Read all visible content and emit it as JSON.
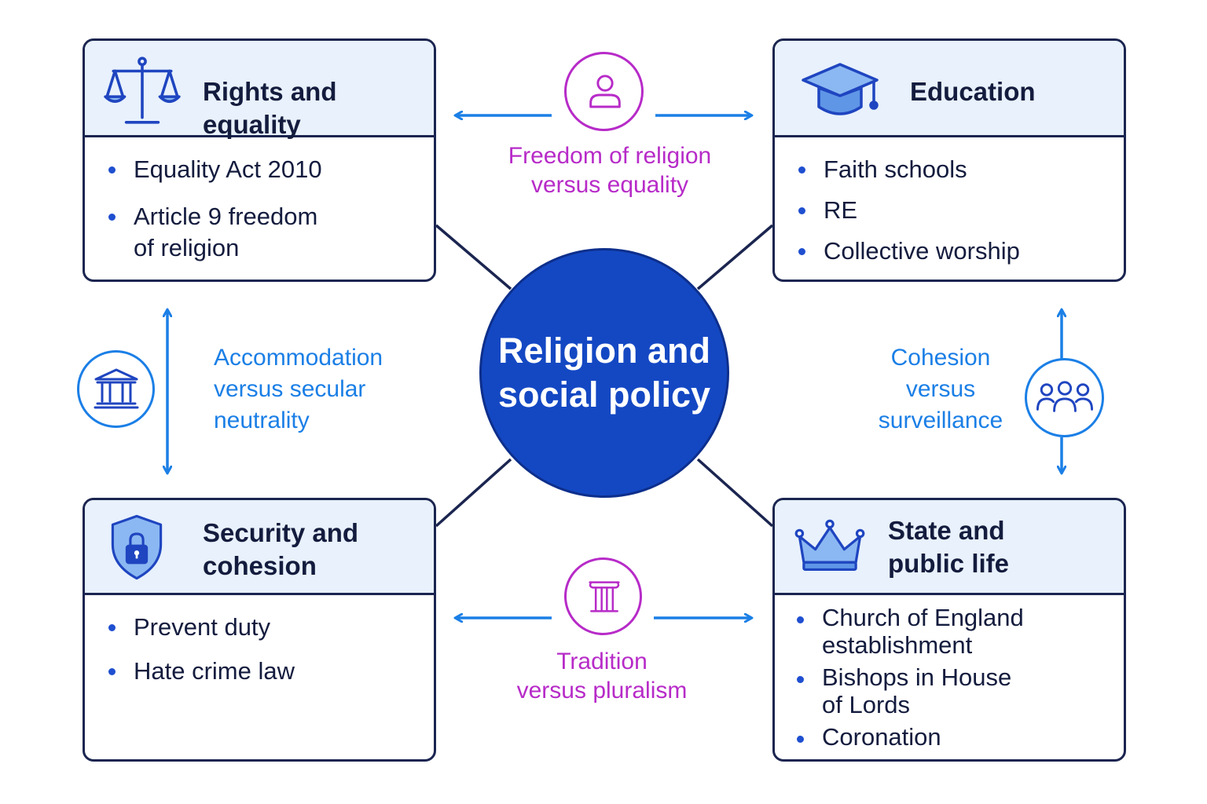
{
  "center": {
    "label": "Religion and\nsocial policy"
  },
  "cards": {
    "rights": {
      "title": "Rights and equality",
      "icon": "scales-icon",
      "items": [
        "Equality Act 2010",
        "Article 9 freedom\nof religion"
      ]
    },
    "education": {
      "title": "Education",
      "icon": "graduation-cap-icon",
      "items": [
        "Faith schools",
        "RE",
        "Collective worship"
      ]
    },
    "security": {
      "title": "Security and\ncohesion",
      "icon": "shield-lock-icon",
      "items": [
        "Prevent duty",
        "Hate crime law"
      ]
    },
    "state": {
      "title": "State and\npublic life",
      "icon": "crown-icon",
      "items": [
        "Church of England\nestablishment",
        "Bishops in House\nof Lords",
        "Coronation"
      ]
    }
  },
  "relations": {
    "top": {
      "label": "Freedom of religion\nversus equality",
      "icon": "person-icon",
      "color": "#b72bc8"
    },
    "left": {
      "label": "Accommodation\nversus secular\nneutrality",
      "icon": "institution-building-icon",
      "color": "#1b7fe6"
    },
    "right": {
      "label": "Cohesion\nversus\nsurveillance",
      "icon": "group-icon",
      "color": "#1b7fe6"
    },
    "bottom": {
      "label": "Tradition\nversus pluralism",
      "icon": "column-pillar-icon",
      "color": "#b72bc8"
    }
  },
  "colors": {
    "hub": "#1448c3",
    "card_border": "#1b2550",
    "card_header": "#e8f1fc",
    "arrow_blue": "#1b7fe6",
    "accent_purple": "#b72bc8"
  }
}
